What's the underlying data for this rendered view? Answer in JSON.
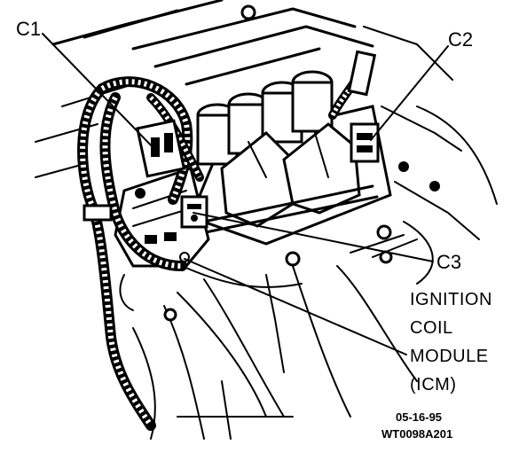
{
  "callouts": {
    "c1": "C1",
    "c2": "C2",
    "c3": "C3"
  },
  "component_label": [
    "IGNITION",
    "COIL",
    "MODULE",
    "(ICM)"
  ],
  "figure_codes": {
    "date": "05-16-95",
    "id": "WT0098A201"
  }
}
